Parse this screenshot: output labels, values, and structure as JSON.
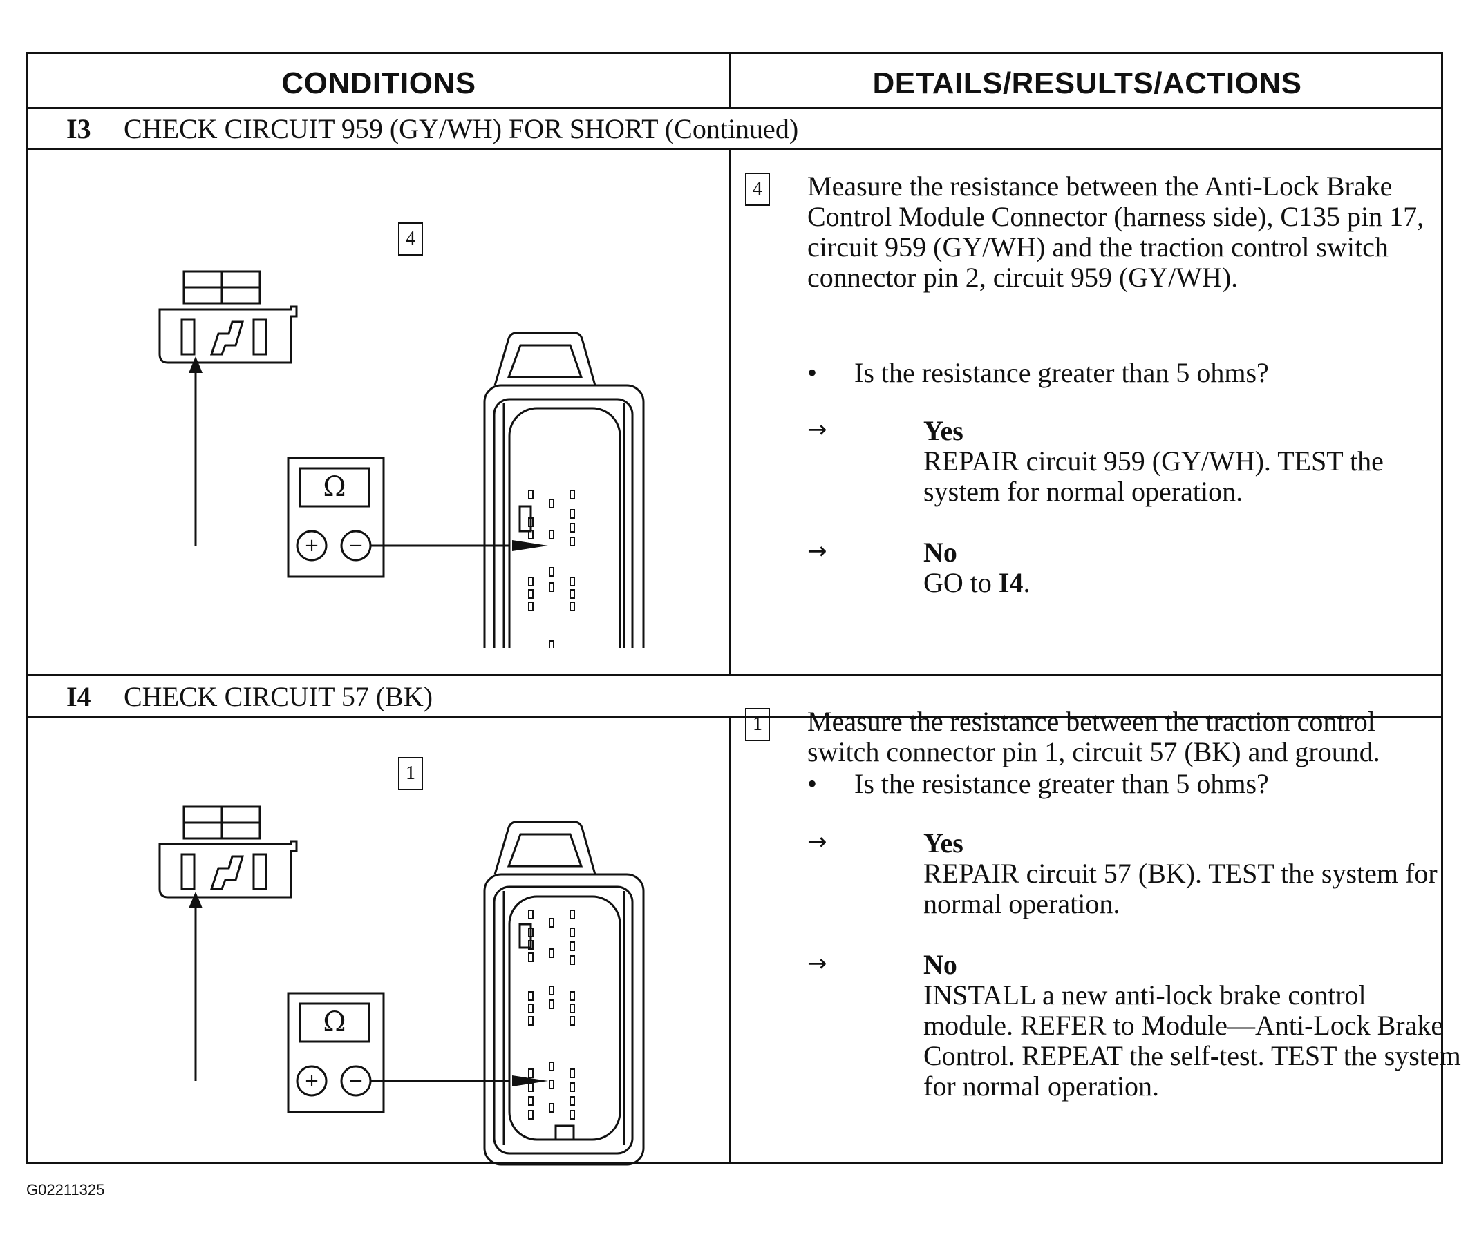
{
  "headers": {
    "conditions": "CONDITIONS",
    "details": "DETAILS/RESULTS/ACTIONS"
  },
  "step_i3": {
    "id": "I3",
    "title": "CHECK CIRCUIT 959 (GY/WH) FOR SHORT (Continued)",
    "fig_num": "4",
    "meter_symbol": "Ω",
    "plus": "+",
    "minus": "−",
    "detail_num": "4",
    "detail_text": "Measure the resistance between the Anti-Lock Brake Control Module Connector (harness side), C135 pin 17, circuit 959 (GY/WH) and the traction control switch connector pin 2, circuit 959 (GY/WH).",
    "question": "Is the resistance greater than 5 ohms?",
    "yes_label": "Yes",
    "yes_text": "REPAIR circuit 959 (GY/WH). TEST the system for normal operation.",
    "no_label": "No",
    "no_text_prefix": "GO to ",
    "no_text_bold": "I4",
    "no_text_suffix": "."
  },
  "step_i4": {
    "id": "I4",
    "title": "CHECK CIRCUIT 57 (BK)",
    "fig_num": "1",
    "meter_symbol": "Ω",
    "plus": "+",
    "minus": "−",
    "detail_num": "1",
    "detail_text": "Measure the resistance between the traction control switch connector pin 1, circuit 57 (BK) and ground.",
    "question": "Is the resistance greater than 5 ohms?",
    "yes_label": "Yes",
    "yes_text": "REPAIR circuit 57 (BK). TEST the system for normal operation.",
    "no_label": "No",
    "no_text": "INSTALL a new anti-lock brake control module. REFER to Module—Anti-Lock Brake Control. REPEAT the self-test. TEST the system for normal operation."
  },
  "bullet": "•",
  "arrow": "→",
  "footer_code": "G02211325"
}
